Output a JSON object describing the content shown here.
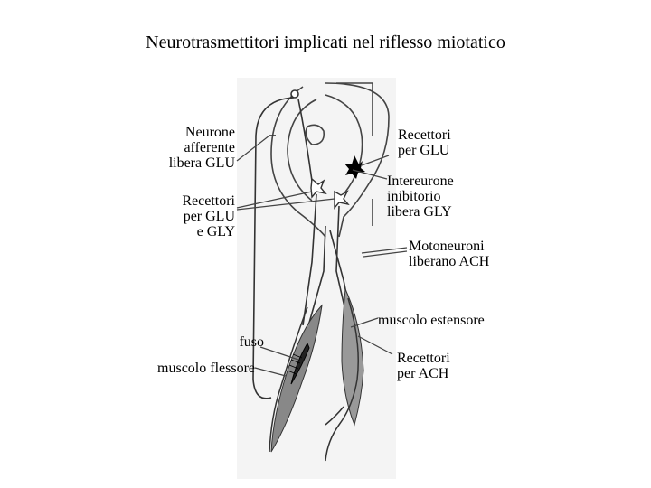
{
  "title": "Neurotrasmettitori implicati nel riflesso miotatico",
  "labels": {
    "neurone_afferente": "Neurone\nafferente\nlibera GLU",
    "recettori_glu_gly": "Recettori\nper GLU\ne GLY",
    "fuso": "fuso",
    "muscolo_flessore": "muscolo flessore",
    "recettori_glu": "Recettori\nper GLU",
    "interneurone": "Intereurone\ninibitorio\nlibera GLY",
    "motoneuroni": "Motoneuroni\nliberano ACH",
    "muscolo_estensore": "muscolo estensore",
    "recettori_ach": "Recettori\nper ACH"
  }
}
